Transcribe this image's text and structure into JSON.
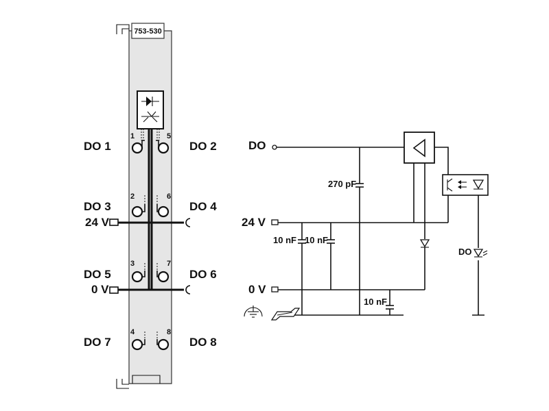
{
  "module": {
    "part_number": "753-530",
    "pins": {
      "p1": "1",
      "p2": "2",
      "p3": "3",
      "p4": "4",
      "p5": "5",
      "p6": "6",
      "p7": "7",
      "p8": "8"
    },
    "left_labels": {
      "do1": "DO 1",
      "do3": "DO 3",
      "supply24": "24 V",
      "do5": "DO 5",
      "supply0": "0 V",
      "do7": "DO 7"
    },
    "right_labels": {
      "do2": "DO 2",
      "do4": "DO 4",
      "do6": "DO 6",
      "do8": "DO 8"
    }
  },
  "schematic": {
    "do_label": "DO",
    "supply24_label": "24 V",
    "supply0_label": "0 V",
    "cap_270": "270 pF",
    "cap_10a": "10 nF",
    "cap_10b": "10 nF",
    "cap_10c": "10 nF",
    "led_label": "DO"
  }
}
